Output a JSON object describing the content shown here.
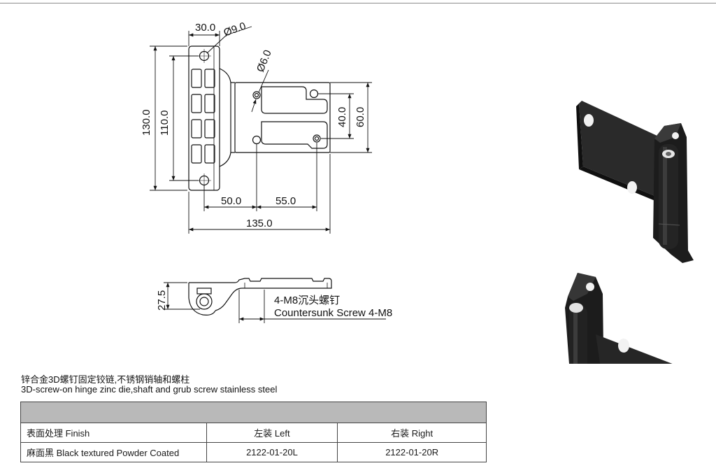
{
  "drawing": {
    "dimensions": {
      "width_30": "30.0",
      "dia_9": "Ø9.0",
      "dia_6": "Ø6.0",
      "height_130": "130.0",
      "height_110": "110.0",
      "height_40": "40.0",
      "height_60": "60.0",
      "width_50": "50.0",
      "width_55": "55.0",
      "width_135": "135.0",
      "side_27_5": "27.5"
    },
    "callout": {
      "cn": "4-M8沉头螺钉",
      "en": "Countersunk Screw 4-M8"
    }
  },
  "description": {
    "cn": "锌合金3D螺钉固定铰链,不锈钢销轴和螺柱",
    "en": "3D-screw-on hinge zinc die,shaft and grub screw stainless steel"
  },
  "table": {
    "headers": [
      "表面处理 Finish",
      "左装 Left",
      "右装 Right"
    ],
    "rows": [
      [
        "麻面黑 Black textured Powder Coated",
        "2122-01-20L",
        "2122-01-20R"
      ]
    ]
  },
  "colors": {
    "table_header_bar": "#b9b9b9",
    "product_black": "#1c1c1c"
  }
}
